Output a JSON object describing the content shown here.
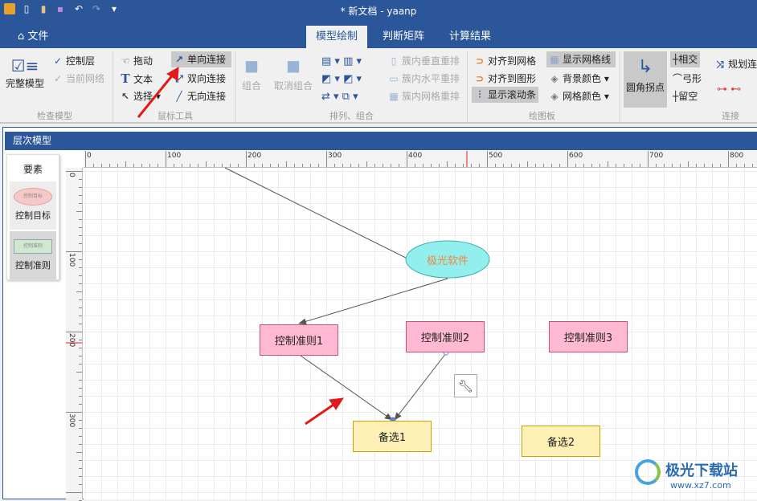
{
  "window": {
    "title": "* 新文档 - yaanp"
  },
  "quick_access": [
    "app-logo-icon",
    "new-file-icon",
    "open-folder-icon",
    "save-icon",
    "undo-icon",
    "redo-icon",
    "customize-dropdown-icon"
  ],
  "tabs": [
    {
      "label": "文件"
    },
    {
      "label": "模型绘制",
      "active": true
    },
    {
      "label": "判断矩阵"
    },
    {
      "label": "计算结果"
    }
  ],
  "ribbon": {
    "check_model": {
      "group": "检查模型",
      "full_model": "完整模型",
      "control_layer": "控制层",
      "current_network": "当前网络"
    },
    "mouse_tools": {
      "group": "鼠标工具",
      "drag": "拖动",
      "text": "文本",
      "select": "选择",
      "one_way": "单向连接",
      "two_way": "双向连接",
      "no_dir": "无向连接"
    },
    "arrange": {
      "group": "排列、组合",
      "group_btn": "组合",
      "ungroup": "取消组合",
      "cluster_vertical": "簇内垂直重排",
      "cluster_horizontal": "簇内水平重排",
      "cluster_grid": "簇内网格重排"
    },
    "drawing_board": {
      "group": "绘图板",
      "align_grid": "对齐到网格",
      "align_shape": "对齐到图形",
      "show_scroll": "显示滚动条",
      "show_grid": "显示网格线",
      "bg_color": "背景颜色",
      "grid_color": "网格颜色"
    },
    "connect": {
      "group": "连接",
      "rounded": "圆角拐点",
      "intersect": "相交",
      "arc": "弓形",
      "gap": "留空",
      "plan": "规划连"
    }
  },
  "panel": {
    "title": "层次模型"
  },
  "toolbox": {
    "title": "要素",
    "items": [
      {
        "preview": "控制目标",
        "label": "控制目标"
      },
      {
        "preview": "控制准则",
        "label": "控制准则"
      }
    ]
  },
  "ruler": {
    "h": [
      "0",
      "100",
      "200",
      "300",
      "400",
      "500",
      "600",
      "700",
      "800"
    ],
    "v": [
      "0",
      "100",
      "200",
      "300"
    ]
  },
  "nodes": {
    "goal": "极光软件",
    "rule1": "控制准则1",
    "rule2": "控制准则2",
    "rule3": "控制准则3",
    "alt1": "备选1",
    "alt2": "备选2"
  },
  "colors": {
    "accent": "#2b579a",
    "goal_fill": "#93efee",
    "goal_text": "#f0883a",
    "rule_fill": "#ffb9d2",
    "alt_fill": "#fff1b5",
    "annotation_arrow": "#e0191a"
  },
  "watermark": {
    "text": "极光下载站",
    "url": "www.xz7.com"
  }
}
